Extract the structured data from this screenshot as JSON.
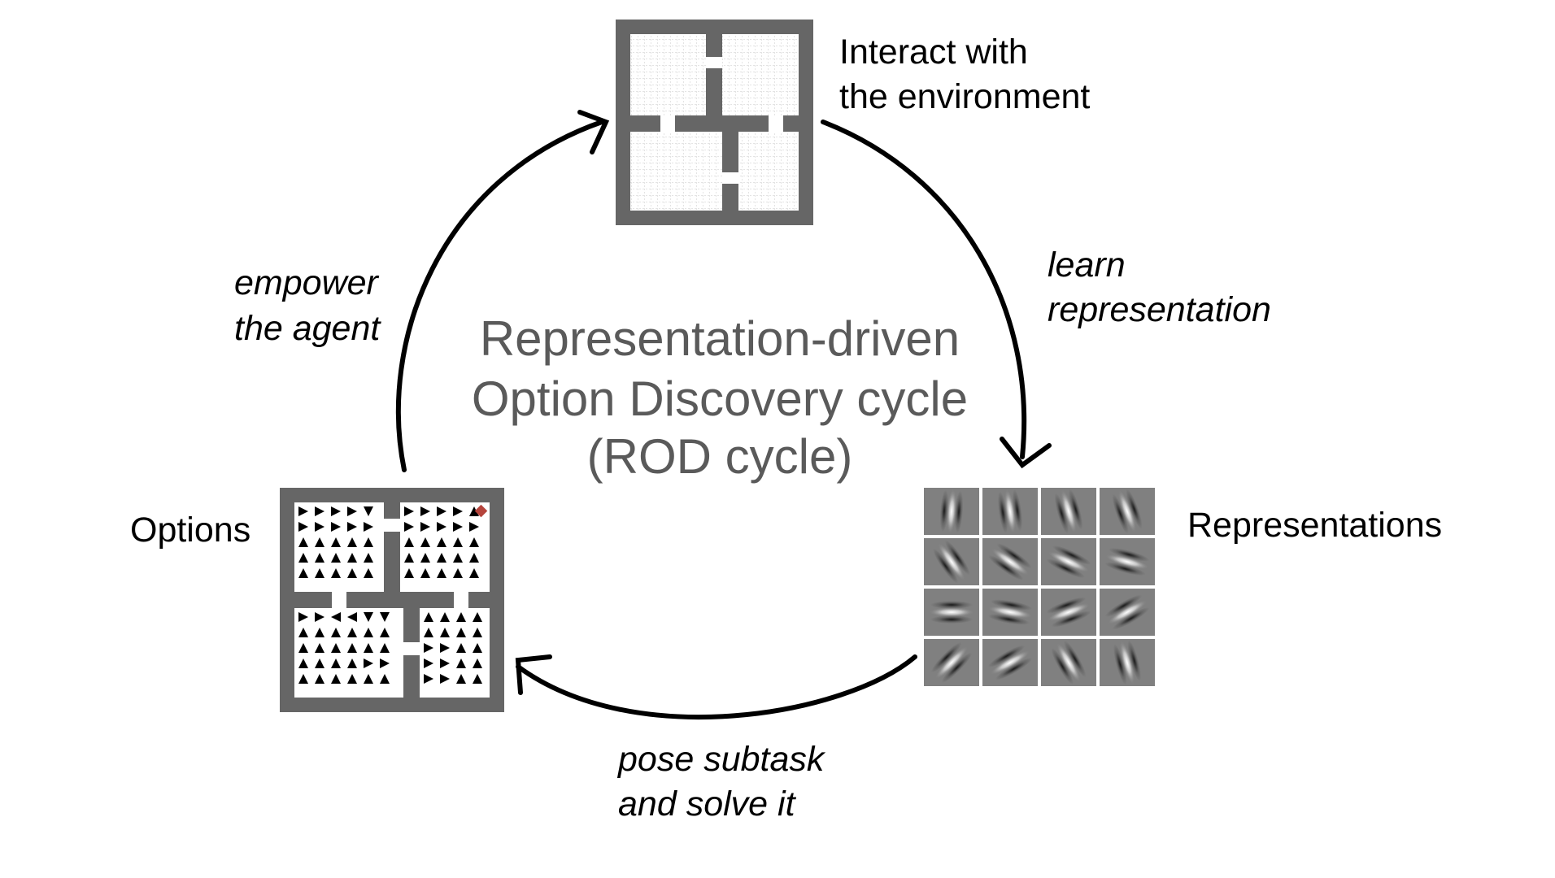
{
  "title": {
    "lines": [
      "Representation-driven",
      "Option Discovery cycle",
      "(ROD cycle)"
    ]
  },
  "nodes": {
    "environment": {
      "label_lines": [
        "Interact with",
        "the environment"
      ]
    },
    "representations": {
      "label": "Representations"
    },
    "options": {
      "label": "Options"
    }
  },
  "edges": {
    "learn": {
      "label_lines": [
        "learn",
        "representation"
      ]
    },
    "pose": {
      "label_lines": [
        "pose subtask",
        "and solve it"
      ]
    },
    "empower": {
      "label_lines": [
        "empower",
        "the agent"
      ]
    }
  },
  "colors": {
    "wall": "#666666",
    "floor": "#ffffff",
    "grid": "#c8c8c8",
    "arrow": "#000000",
    "title": "#5a5a5a",
    "filter_bg": "#808080",
    "goal": "#b5443c"
  },
  "options_policy": {
    "icons": [
      "arrow-right",
      "arrow-up",
      "arrow-left",
      "arrow-down"
    ],
    "goal": "goal-diamond"
  }
}
